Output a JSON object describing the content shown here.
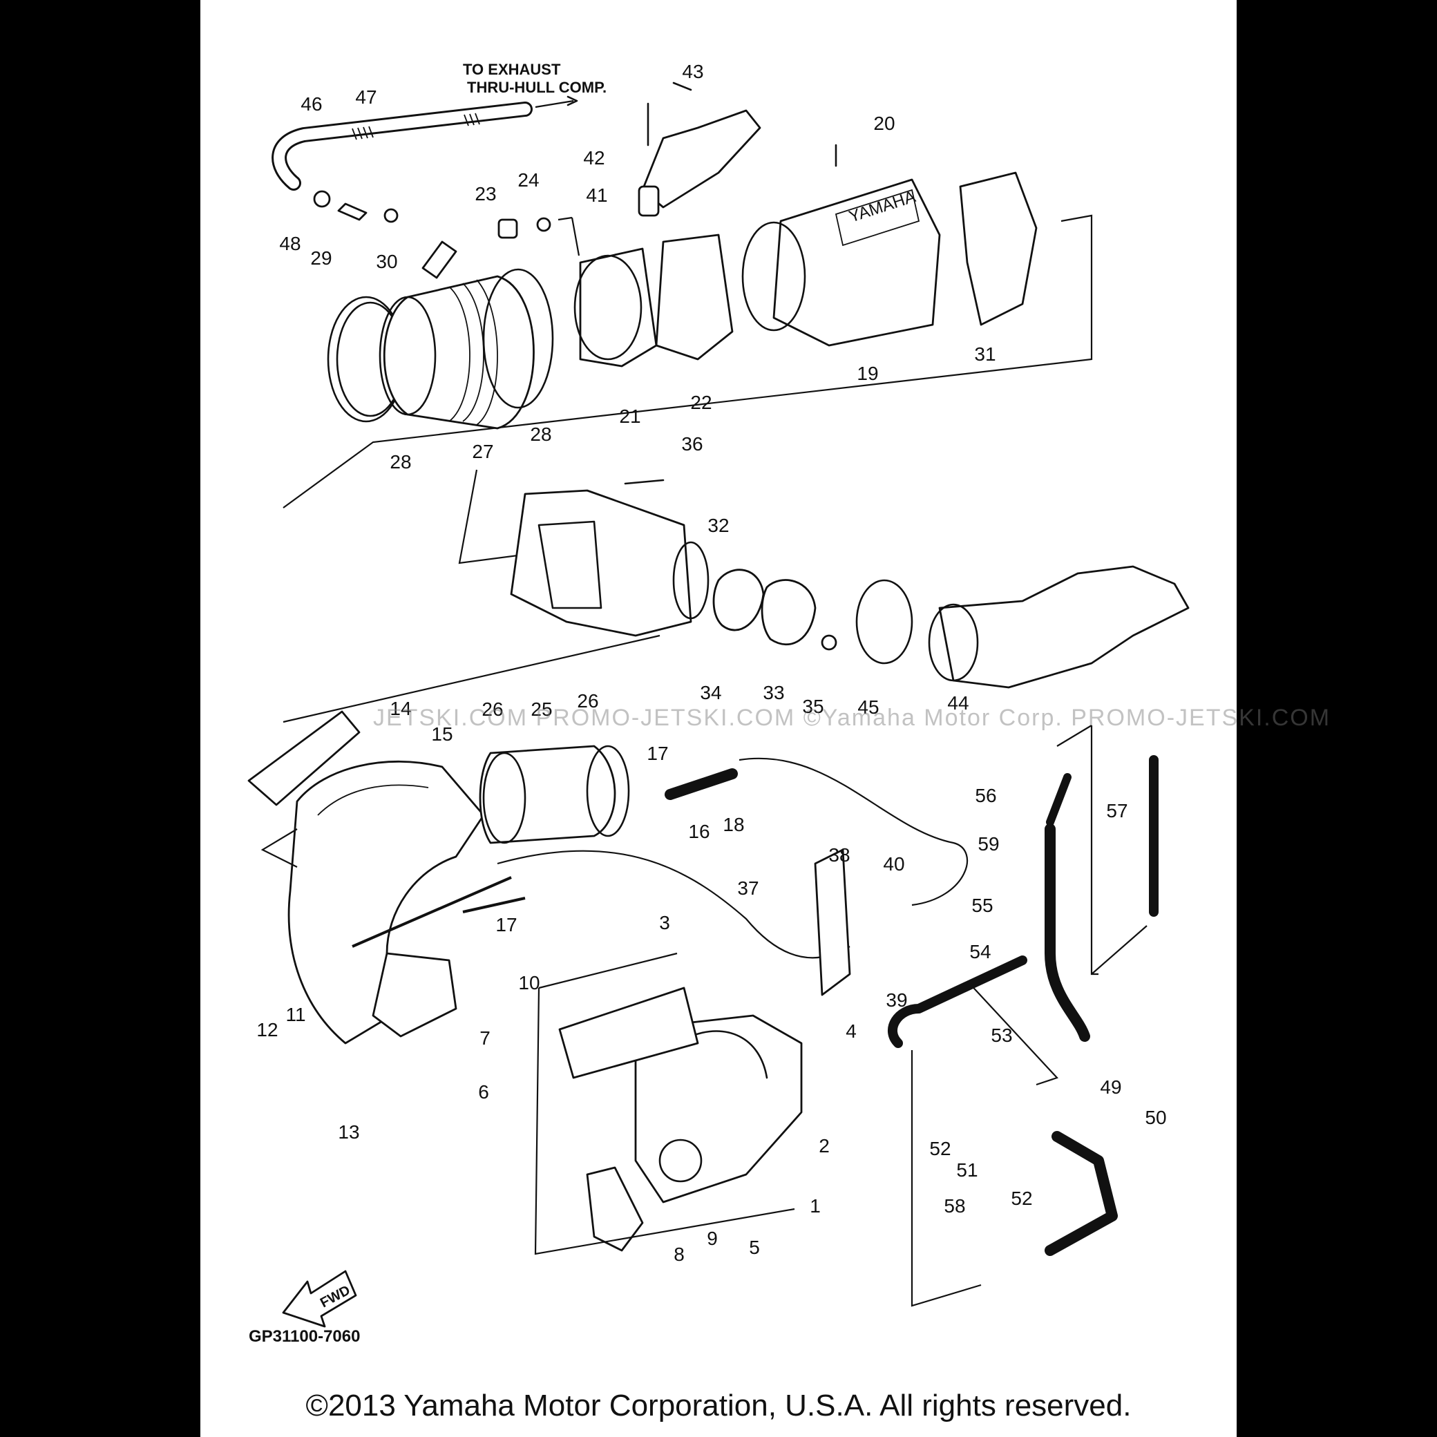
{
  "diagram": {
    "annotation": "TO EXHAUST\nTHRU-HULL COMP.",
    "direction_label": "FWD",
    "diagram_code": "GP31100-7060",
    "brand_mark": "YAMAHA",
    "callouts": [
      "1",
      "2",
      "3",
      "4",
      "5",
      "6",
      "7",
      "8",
      "9",
      "10",
      "11",
      "12",
      "13",
      "14",
      "15",
      "16",
      "17",
      "17",
      "18",
      "19",
      "20",
      "21",
      "22",
      "23",
      "24",
      "25",
      "26",
      "26",
      "27",
      "28",
      "28",
      "29",
      "30",
      "31",
      "32",
      "33",
      "34",
      "35",
      "36",
      "37",
      "38",
      "39",
      "40",
      "41",
      "42",
      "43",
      "44",
      "45",
      "46",
      "47",
      "48",
      "49",
      "50",
      "51",
      "52",
      "52",
      "53",
      "54",
      "55",
      "56",
      "57",
      "58",
      "59"
    ]
  },
  "watermark": "JETSKI.COM   PROMO-JETSKI.COM  ©Yamaha Motor Corp.  PROMO-JETSKI.COM",
  "footer": {
    "copyright": "©2013 Yamaha Motor Corporation, U.S.A. All rights reserved."
  }
}
